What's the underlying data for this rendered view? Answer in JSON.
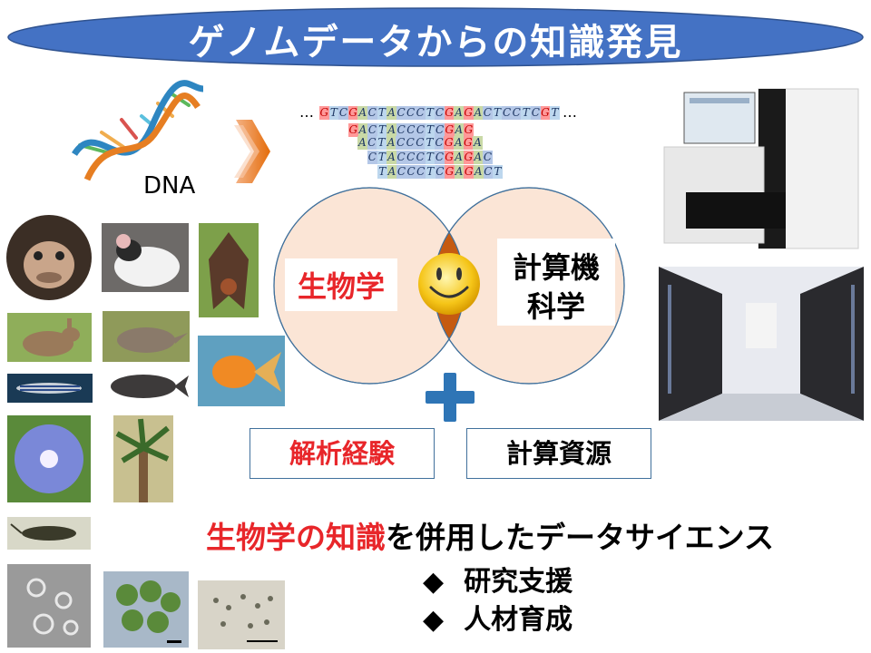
{
  "title": "ゲノムデータからの知識発見",
  "dna_label": "DNA",
  "sequences": {
    "read0": "GTCGACTACCCTCGAGACTCCTCGT",
    "read1": "GACTACCCTCGAG",
    "read2": "ACTACCCTCGAGA",
    "read3": "CTACCCTCGAGAC",
    "read4": "TACCCTCGAGACT",
    "ellipsis": "…"
  },
  "venn": {
    "left": "生物学",
    "right_line1": "計算機",
    "right_line2": "科学"
  },
  "boxes": {
    "left": "解析経験",
    "right": "計算資源"
  },
  "tagline": {
    "red": "生物学の知識",
    "black": "を併用したデータサイエンス"
  },
  "bullets": [
    {
      "marker": "◆",
      "text": "研究支援"
    },
    {
      "marker": "◆",
      "text": "人材育成"
    }
  ],
  "colors": {
    "title_fill": "#4472c4",
    "venn_fill": "#fbe5d6",
    "lens_fill": "#c55a11",
    "plus": "#2e75b6",
    "red_text": "#e8262a",
    "base_A": "#c9d9a6",
    "base_C": "#b4c7e7",
    "base_G": "#ff9999",
    "base_T": "#bdd7ee"
  },
  "icons": {
    "arrow": "double-chevron-right-icon",
    "smiley": "smiley-face-icon",
    "plus": "plus-icon"
  }
}
